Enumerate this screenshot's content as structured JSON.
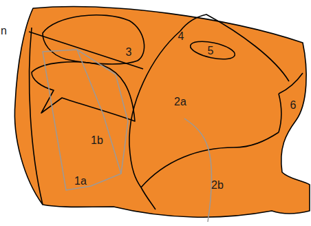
{
  "diagram": {
    "labels": [
      "n",
      "3",
      "4",
      "5",
      "2a",
      "6",
      "1b",
      "1a",
      "2b"
    ]
  }
}
